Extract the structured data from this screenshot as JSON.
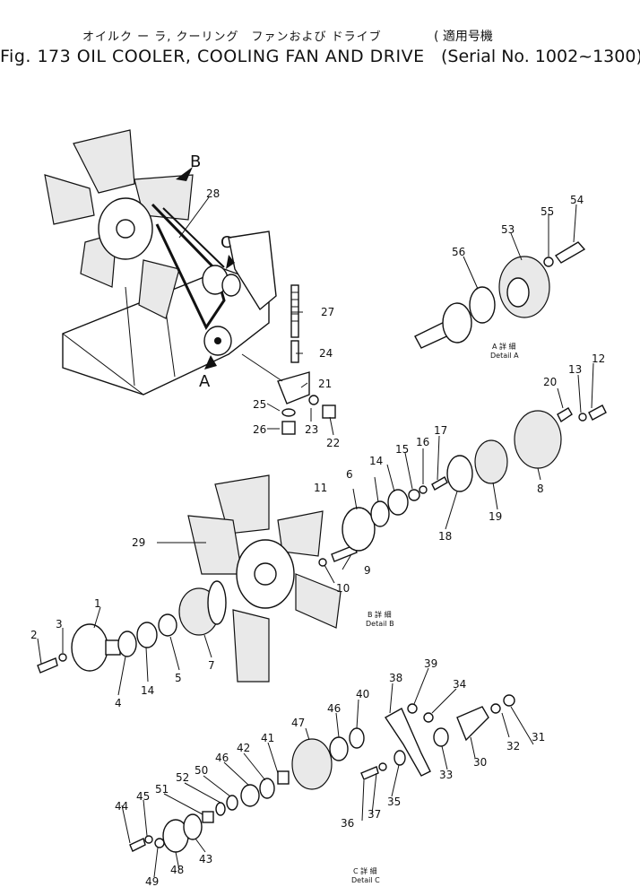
{
  "header": {
    "title_jp": "オイルク ー ラ, クーリング　ファンおよび ドライブ",
    "title_en": "Fig. 173 OIL COOLER, COOLING FAN AND DRIVE",
    "applicable_jp": "適用号機",
    "serial": "Serial No. 1002~1300"
  },
  "arrows": {
    "a": "A",
    "b": "B",
    "c": "C"
  },
  "details": {
    "a_jp": "A 詳 細",
    "a_en": "Detail A",
    "b_jp": "B 詳 細",
    "b_en": "Detail B",
    "c_jp": "C 詳 細",
    "c_en": "Detail C"
  },
  "callouts": {
    "p1": "1",
    "p2": "2",
    "p3": "3",
    "p4": "4",
    "p5": "5",
    "p6": "6",
    "p7": "7",
    "p8": "8",
    "p9": "9",
    "p10": "10",
    "p11": "11",
    "p12": "12",
    "p13": "13",
    "p14a": "14",
    "p14b": "14",
    "p15": "15",
    "p16": "16",
    "p17": "17",
    "p18": "18",
    "p19": "19",
    "p20": "20",
    "p21": "21",
    "p22": "22",
    "p23": "23",
    "p24": "24",
    "p25": "25",
    "p26": "26",
    "p27": "27",
    "p28": "28",
    "p29": "29",
    "p30": "30",
    "p31": "31",
    "p32": "32",
    "p33": "33",
    "p34": "34",
    "p35": "35",
    "p36": "36",
    "p37": "37",
    "p38": "38",
    "p39": "39",
    "p40": "40",
    "p41": "41",
    "p42": "42",
    "p43": "43",
    "p44": "44",
    "p45": "45",
    "p46a": "46",
    "p46b": "46",
    "p47": "47",
    "p48": "48",
    "p49": "49",
    "p50": "50",
    "p51": "51",
    "p52": "52",
    "p53": "53",
    "p54": "54",
    "p55": "55",
    "p56": "56"
  }
}
